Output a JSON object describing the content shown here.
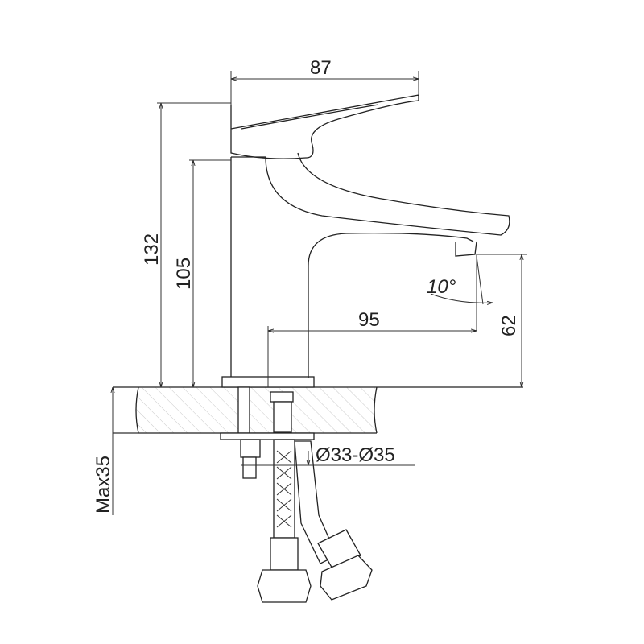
{
  "dimensions": {
    "width_top": "87",
    "total_height": "132",
    "body_height": "105",
    "spout_reach": "95",
    "spout_height": "62",
    "angle": "10°",
    "max_thickness": "Max35",
    "hole_diameter": "Ø33-Ø35"
  }
}
